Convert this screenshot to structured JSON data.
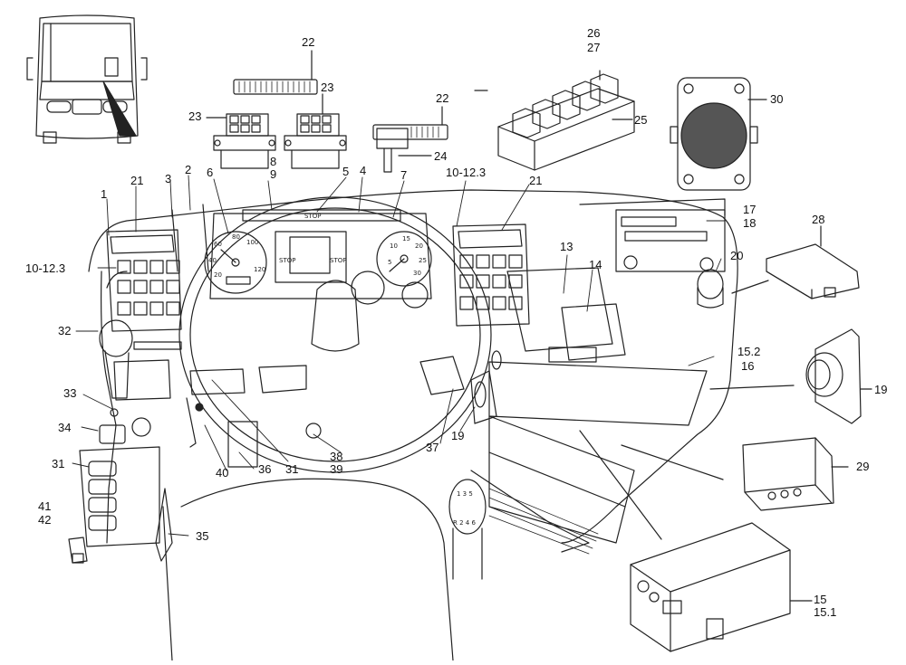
{
  "diagram": {
    "callouts": {
      "c1": "1",
      "c2": "2",
      "c3": "3",
      "c4": "4",
      "c5": "5",
      "c6": "6",
      "c7": "7",
      "c8": "8",
      "c9": "9",
      "c10_left": "10-12.3",
      "c10_right": "10-12.3",
      "c13": "13",
      "c14": "14",
      "c15": "15",
      "c15_1": "15.1",
      "c15_2": "15.2",
      "c16": "16",
      "c17": "17",
      "c18": "18",
      "c19_speaker": "19",
      "c19_panel": "19",
      "c20": "20",
      "c21_left": "21",
      "c21_right": "21",
      "c22_top": "22",
      "c22_mid": "22",
      "c23_right": "23",
      "c23_left": "23",
      "c24": "24",
      "c25": "25",
      "c26": "26",
      "c27": "27",
      "c28": "28",
      "c29": "29",
      "c30": "30",
      "c31_left": "31",
      "c31_bottom": "31",
      "c32": "32",
      "c33": "33",
      "c34": "34",
      "c35": "35",
      "c36": "36",
      "c37": "37",
      "c38": "38",
      "c39": "39",
      "c40": "40",
      "c41": "41",
      "c42": "42"
    },
    "panel_texts": {
      "stop_left": "STOP",
      "stop_right": "STOP",
      "stop_top": "STOP",
      "gear_pattern_top": "1 3 5",
      "gear_pattern_bottom": "R 2 4 6",
      "speedo": [
        "20",
        "40",
        "60",
        "80",
        "100",
        "120"
      ],
      "tacho": [
        "5",
        "10",
        "15",
        "20",
        "25",
        "30"
      ]
    }
  }
}
